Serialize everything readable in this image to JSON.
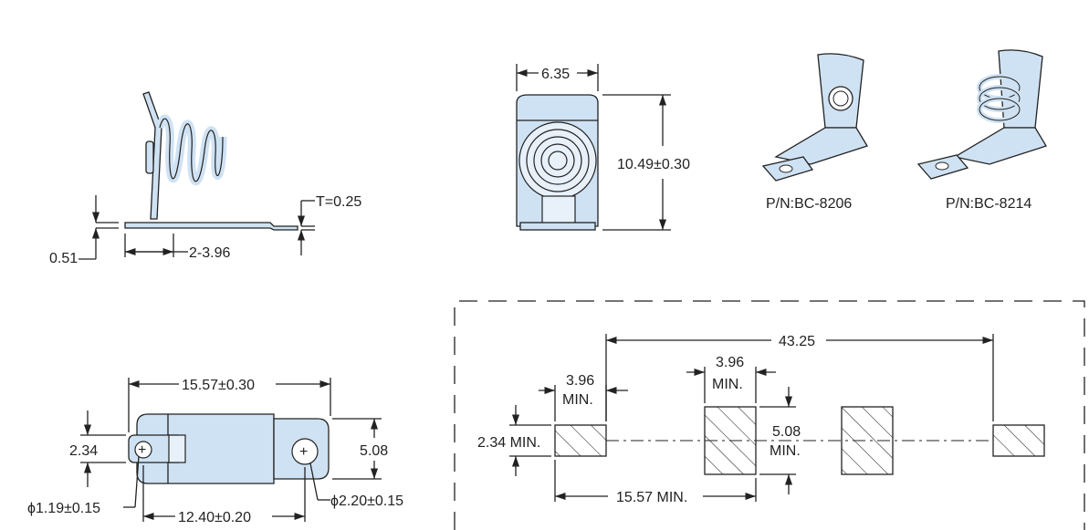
{
  "side_view": {
    "thickness": "T=0.25",
    "offset": "0.51",
    "span": "2-3.96"
  },
  "front_view": {
    "width": "6.35",
    "height": "10.49±0.30"
  },
  "products": [
    {
      "part_number": "P/N:BC-8206"
    },
    {
      "part_number": "P/N:BC-8214"
    }
  ],
  "bottom_view": {
    "overall_length": "15.57±0.30",
    "tab_height": "2.34",
    "body_height": "5.08",
    "hole_spacing": "12.40±0.20",
    "small_hole": "ϕ1.19±0.15",
    "large_hole": "ϕ2.20±0.15"
  },
  "pcb_layout": {
    "overall": "43.25",
    "pad1_width_line1": "3.96",
    "pad1_width_line2": "MIN.",
    "pad2_width_line1": "3.96",
    "pad2_width_line2": "MIN.",
    "pad_height": "2.34 MIN.",
    "pad2_height_line1": "5.08",
    "pad2_height_line2": "MIN.",
    "pitch": "15.57 MIN."
  }
}
